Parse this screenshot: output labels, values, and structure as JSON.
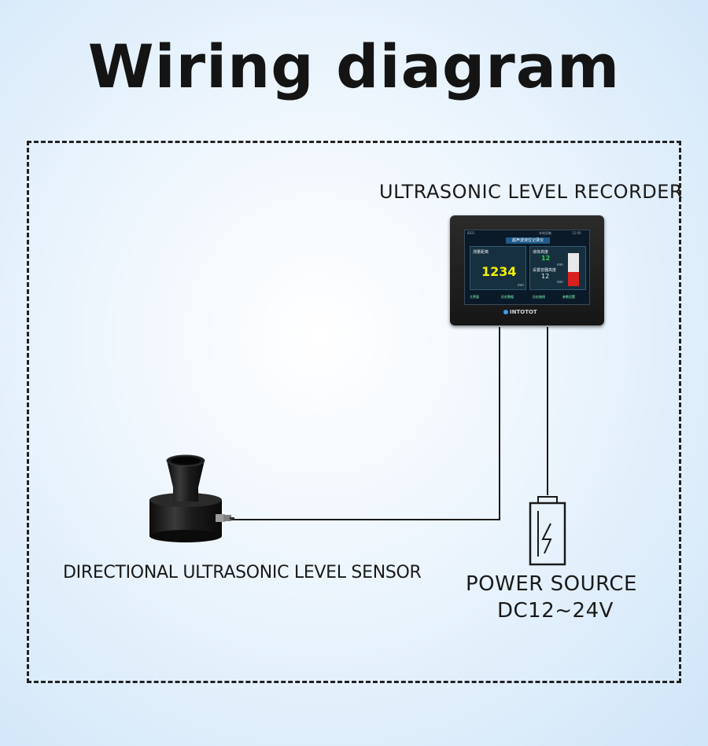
{
  "title": "Wiring diagram",
  "labels": {
    "recorder": "ULTRASONIC LEVEL RECORDER",
    "sensor": "DIRECTIONAL ULTRASONIC LEVEL SENSOR",
    "power": "POWER SOURCE",
    "voltage": "DC12~24V"
  },
  "recorder_screen": {
    "header_left": "ID01",
    "header_mid": "本地采集",
    "header_right": "12:00",
    "title": "超声波液位记录仪",
    "distance_label": "测量距离",
    "distance_value": "1234",
    "distance_unit": "mm",
    "level_label": "液体高度",
    "level_value": "12",
    "level_unit": "mm",
    "height_label": "设置容器高度",
    "height_value": "12",
    "height_unit": "mm",
    "tab1": "主界面",
    "tab2": "历史数据",
    "tab3": "历史曲线",
    "tab4": "参数设置",
    "tank_level_fraction": 0.43
  },
  "brand": "INTOTOT",
  "colors": {
    "wire": "#1a1a1a",
    "value_yellow": "#f6f000",
    "value_green": "#2fd04a",
    "tank_red": "#d8221f"
  }
}
